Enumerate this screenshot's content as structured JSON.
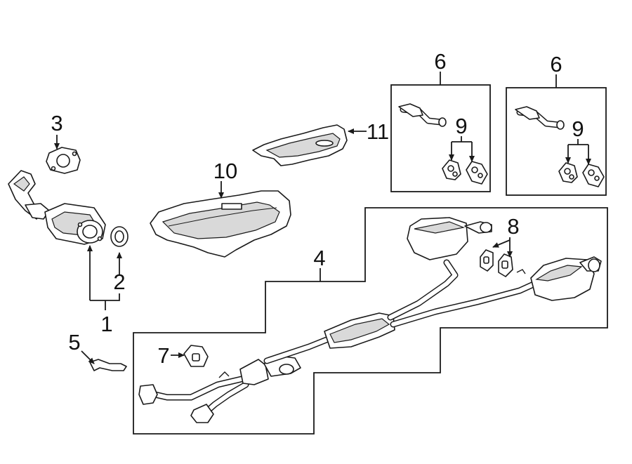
{
  "callouts": {
    "c1": "1",
    "c2": "2",
    "c3": "3",
    "c4": "4",
    "c5": "5",
    "c6a": "6",
    "c6b": "6",
    "c7": "7",
    "c8": "8",
    "c9a": "9",
    "c9b": "9",
    "c10": "10",
    "c11": "11"
  },
  "colors": {
    "ink": "#1a1a1a",
    "background": "#ffffff",
    "shade": "#d9d9d9"
  }
}
